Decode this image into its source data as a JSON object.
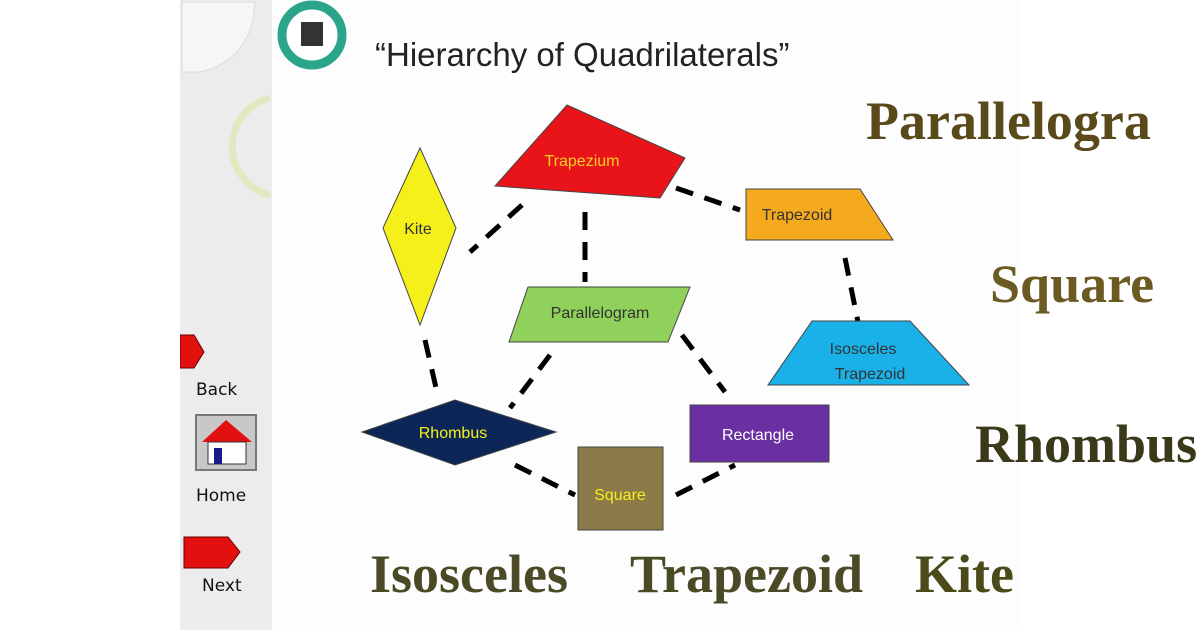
{
  "title": "“Hierarchy of Quadrilaterals”",
  "nav": {
    "back": "Back",
    "home": "Home",
    "next": "Next"
  },
  "shapes": {
    "trapezium": "Trapezium",
    "kite": "Kite",
    "trapezoid": "Trapezoid",
    "parallelogram": "Parallelogram",
    "isosceles_line1": "Isosceles",
    "isosceles_line2": "Trapezoid",
    "rhombus": "Rhombus",
    "rectangle": "Rectangle",
    "square": "Square"
  },
  "overlay_text": {
    "line1": "Isosceles",
    "line2": "Trapezoid",
    "overlap": [
      "Parallelogra",
      "Rhombus",
      "Square",
      "Kite"
    ]
  },
  "colors": {
    "trapezium": "#e8141a",
    "kite": "#f5ef1a",
    "trapezoid": "#f5a91c",
    "parallelogram": "#8fd15a",
    "isosceles": "#1ab1e8",
    "rhombus": "#0c2658",
    "rectangle": "#6a2fa0",
    "square": "#8c7a48"
  }
}
